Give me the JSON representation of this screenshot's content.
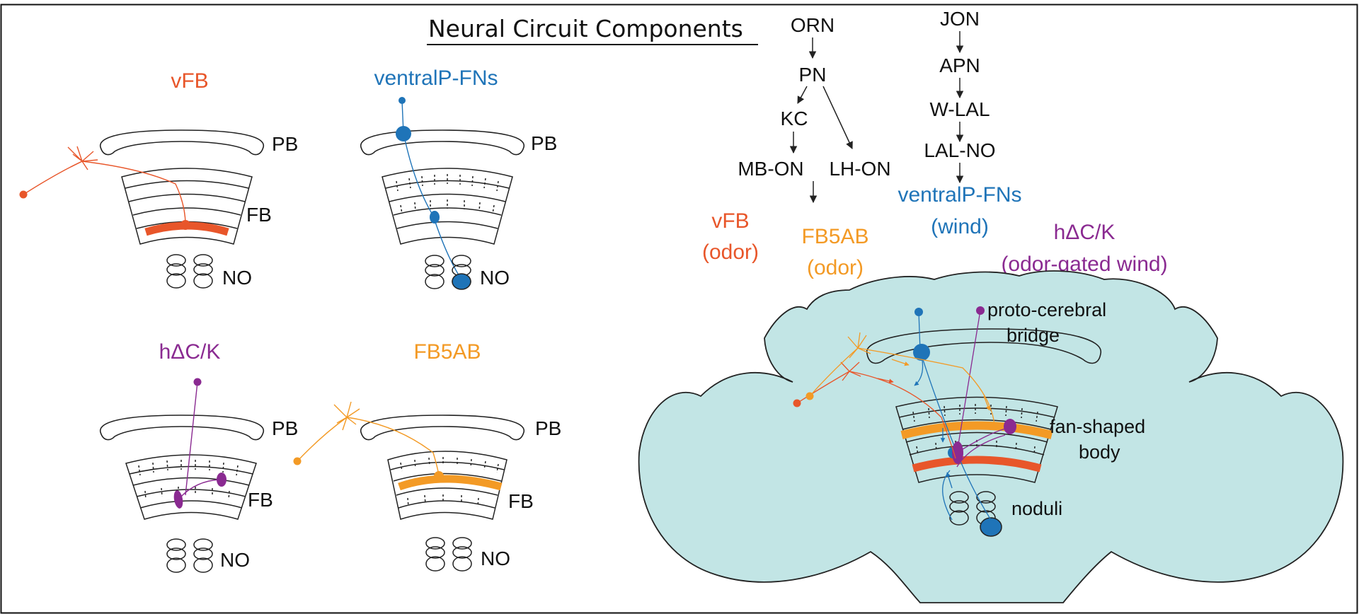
{
  "title": "Neural Circuit Components",
  "colors": {
    "vfb": "#e8562a",
    "ventral": "#1f74b8",
    "hdc": "#8a2a91",
    "fb5ab": "#f39a25",
    "brain_fill": "#c2e5e5",
    "line": "#222222"
  },
  "region_labels": {
    "pb": "PB",
    "fb": "FB",
    "no": "NO"
  },
  "panels": {
    "vfb": {
      "name": "vFB"
    },
    "ventral": {
      "name": "ventralP-FNs"
    },
    "hdc": {
      "name": "hΔC/K"
    },
    "fb5ab": {
      "name": "FB5AB"
    }
  },
  "pathways": {
    "olfactory": {
      "orn": "ORN",
      "pn": "PN",
      "kc": "KC",
      "mbon": "MB-ON",
      "lhon": "LH-ON"
    },
    "mechanosensory": {
      "jon": "JON",
      "apn": "APN",
      "wlal": "W-LAL",
      "lalno": "LAL-NO"
    }
  },
  "outputs": {
    "vfb": {
      "name": "vFB",
      "modality": "(odor)"
    },
    "fb5ab": {
      "name": "FB5AB",
      "modality": "(odor)"
    },
    "ventral": {
      "name": "ventralP-FNs",
      "modality": "(wind)"
    },
    "hdc": {
      "name": "hΔC/K",
      "modality": "(odor-gated wind)"
    }
  },
  "brain_labels": {
    "pb_line1": "proto-cerebral",
    "pb_line2": "bridge",
    "fb_line1": "fan-shaped",
    "fb_line2": "body",
    "no": "noduli"
  }
}
